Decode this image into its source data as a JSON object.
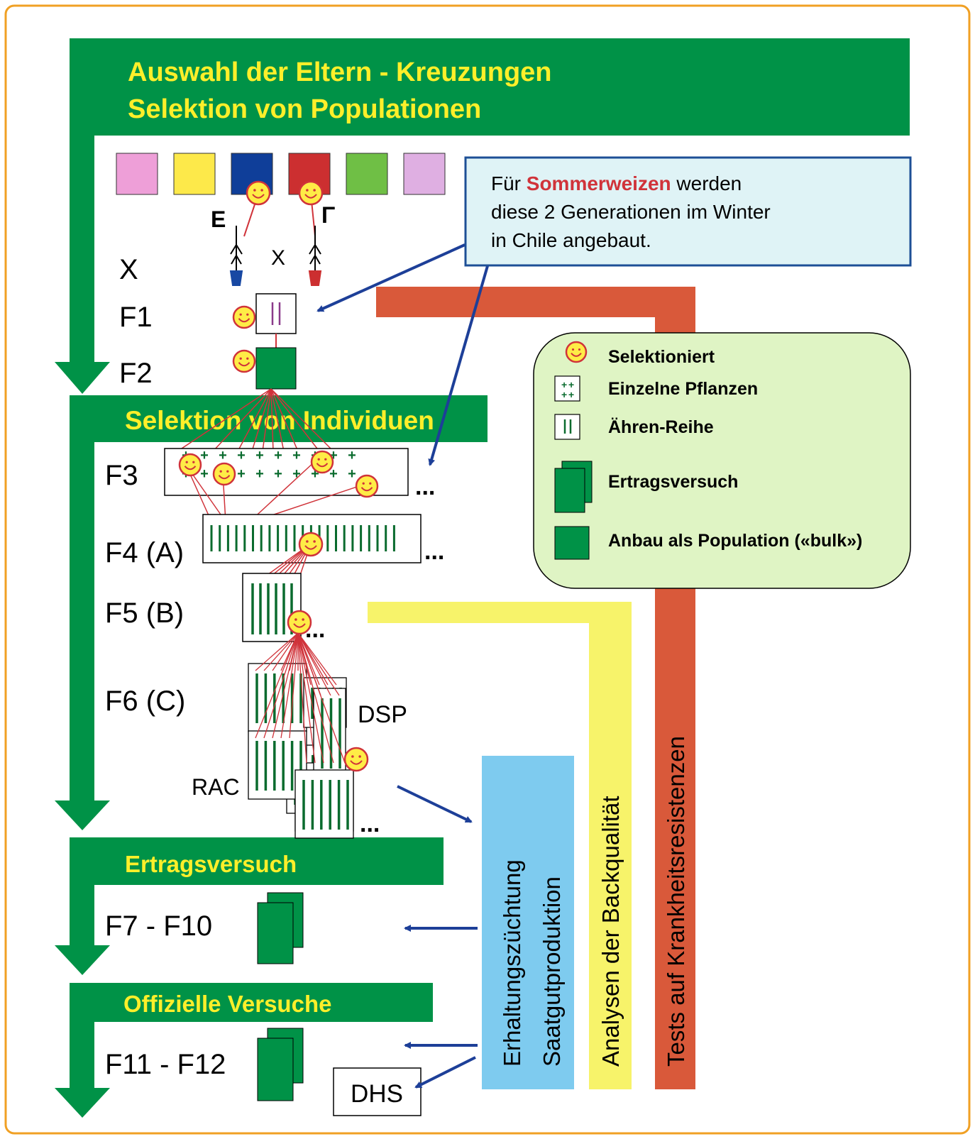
{
  "colors": {
    "green": "#009247",
    "yellow_text": "#ffef2a",
    "orange_bar": "#d9593a",
    "yellow_bar": "#f7f36a",
    "blue_box": "#7ecbef",
    "note_bg": "#dff3f6",
    "note_border": "#1d4f96",
    "legend_bg": "#dff4c4",
    "arrow_blue": "#1d3f98",
    "highlight_red": "#d0333a",
    "frame_orange": "#f0a024"
  },
  "header": {
    "line1": "Auswahl der Eltern - Kreuzungen",
    "line2": "Selektion von Populationen"
  },
  "parent_colors": [
    "#ee9fd8",
    "#fde94a",
    "#0f3e99",
    "#cc2f30",
    "#6fbf45",
    "#dfafe2"
  ],
  "parents": {
    "female_symbol": "E",
    "male_symbol": "Γ",
    "cross_symbol": "X"
  },
  "section_individuals": "Selektion von Individuen",
  "section_yield": "Ertragsversuch",
  "section_official": "Offizielle Versuche",
  "generations": {
    "x": "X",
    "f1": "F1",
    "f2": "F2",
    "f3": "F3",
    "f4": "F4 (A)",
    "f5": "F5 (B)",
    "f6": "F6 (C)",
    "f7_f10": "F7 - F10",
    "f11_f12": "F11 - F12"
  },
  "ellipsis": "...",
  "labels": {
    "dsp": "DSP",
    "rac": "RAC",
    "dhs": "DHS"
  },
  "note": {
    "prefix": "Für ",
    "highlight": "Sommerweizen",
    "suffix": " werden",
    "line2": "diese 2 Generationen im Winter",
    "line3": "in Chile angebaut."
  },
  "legend": {
    "selected": "Selektioniert",
    "single_plants": "Einzelne Pflanzen",
    "ear_row": "Ähren-Reihe",
    "yield_trial": "Ertragsversuch",
    "bulk": "Anbau als Population («bulk»)"
  },
  "vertical_bars": {
    "maintenance_line1": "Erhaltungszüchtung",
    "maintenance_line2": "Saatgutproduktion",
    "baking": "Analysen der Backqualität",
    "disease": "Tests auf Krankheitsresistenzen"
  }
}
